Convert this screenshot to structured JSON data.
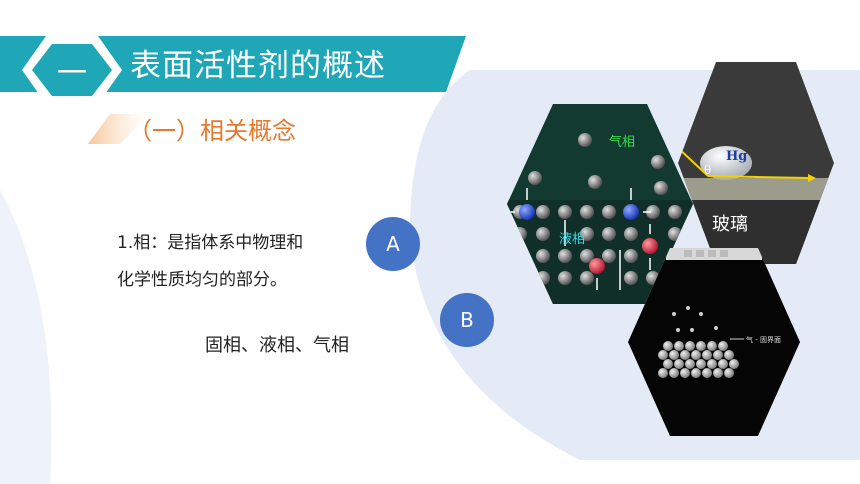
{
  "header": {
    "badge": "一",
    "title": "表面活性剂的概述"
  },
  "section": {
    "subtitle": "（一）相关概念"
  },
  "definition": {
    "line1": "1.相：是指体系中物理和",
    "line2": "化学性质均匀的部分。"
  },
  "phases": "固相、液相、气相",
  "options": {
    "a": "A",
    "b": "B"
  },
  "images": {
    "phase_diagram": {
      "gas_label": "气相",
      "liquid_label": "液相"
    },
    "hg_glass": {
      "hg_label": "Hg",
      "theta_label": "θ",
      "glass_label": "玻璃"
    },
    "interface": {
      "interface_label": "气 - 固界面"
    }
  },
  "colors": {
    "accent": "#1fa7b8",
    "orange": "#e8792a",
    "circle": "#4472c4",
    "pale_blue": "#e4eaf6"
  }
}
